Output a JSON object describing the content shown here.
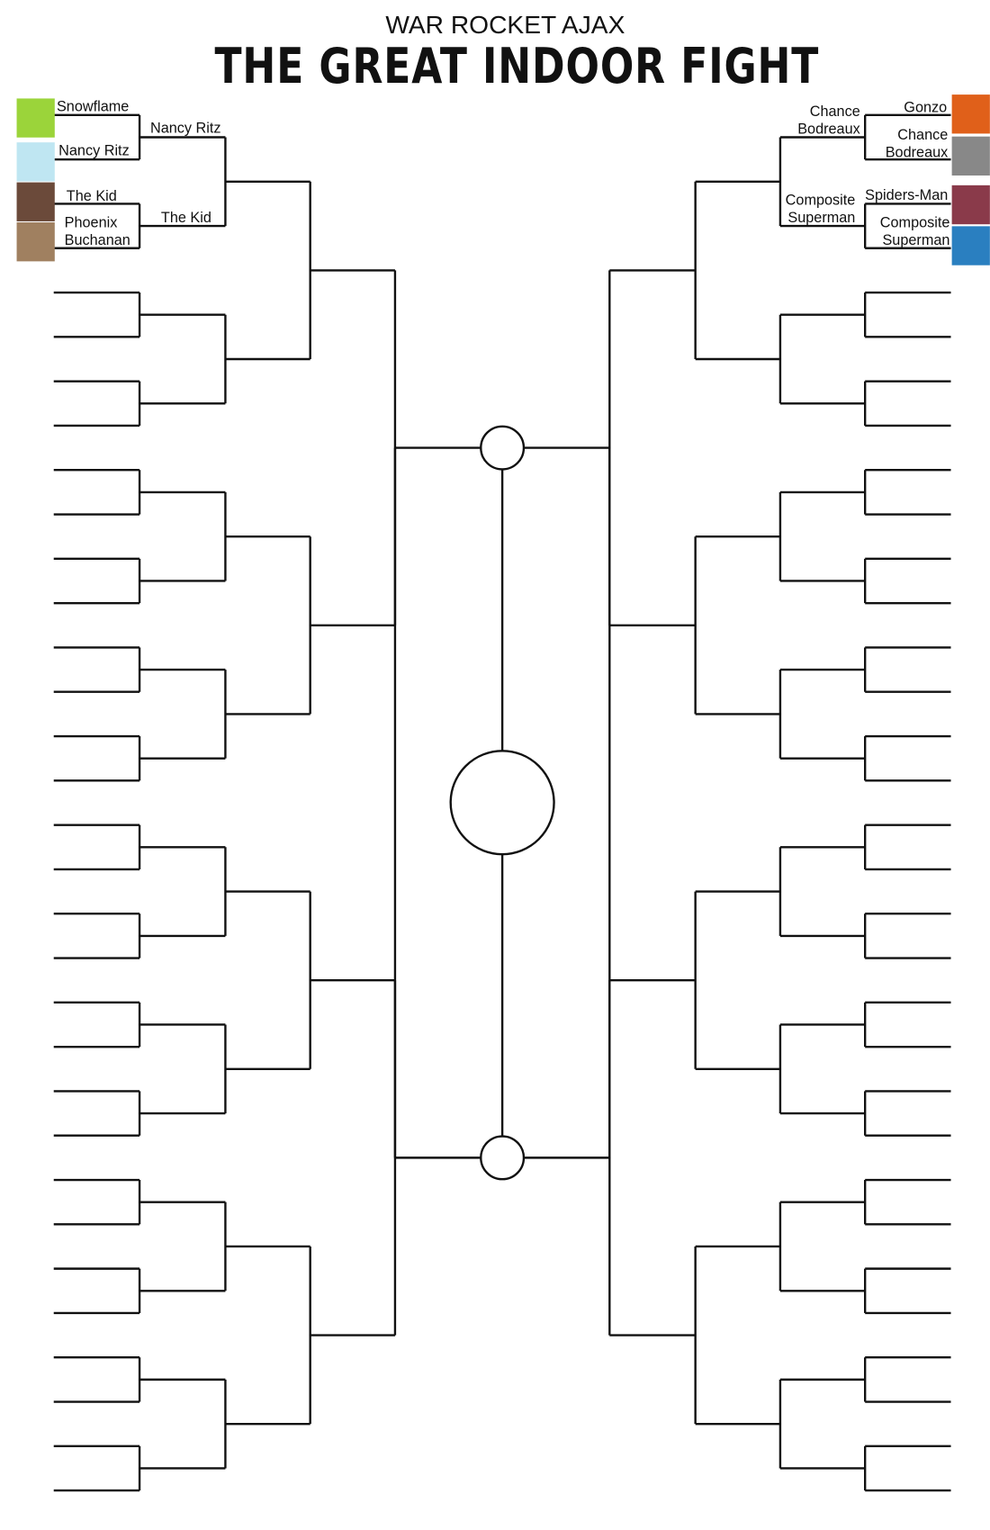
{
  "header": {
    "subtitle": "WAR ROCKET AJAX",
    "title": "THE GREAT INDOOR FIGHT"
  },
  "left": {
    "round1": [
      "Snowflame",
      "Nancy Ritz",
      "The Kid",
      "Phoenix",
      "Buchanan"
    ],
    "round2": [
      "Nancy Ritz",
      "The Kid"
    ]
  },
  "right": {
    "round1": [
      "Gonzo",
      "Chance",
      "Bodreaux",
      "Spiders-Man",
      "Composite",
      "Superman"
    ],
    "round2": [
      "Chance",
      "Bodreaux",
      "Composite",
      "Superman"
    ]
  },
  "avatars": {
    "left": [
      {
        "name": "snowflame-avatar",
        "color": "#9bd43a"
      },
      {
        "name": "nancy-ritz-avatar",
        "color": "#bfe6f2"
      },
      {
        "name": "the-kid-avatar",
        "color": "#6b4a3a"
      },
      {
        "name": "phoenix-buchanan-avatar",
        "color": "#a08060"
      }
    ],
    "right": [
      {
        "name": "gonzo-avatar",
        "color": "#e0601a"
      },
      {
        "name": "chance-bodreaux-avatar",
        "color": "#888888"
      },
      {
        "name": "spiders-man-avatar",
        "color": "#8a3a4a"
      },
      {
        "name": "composite-superman-avatar",
        "color": "#2a7fc0"
      }
    ]
  },
  "line_color": "#111111"
}
